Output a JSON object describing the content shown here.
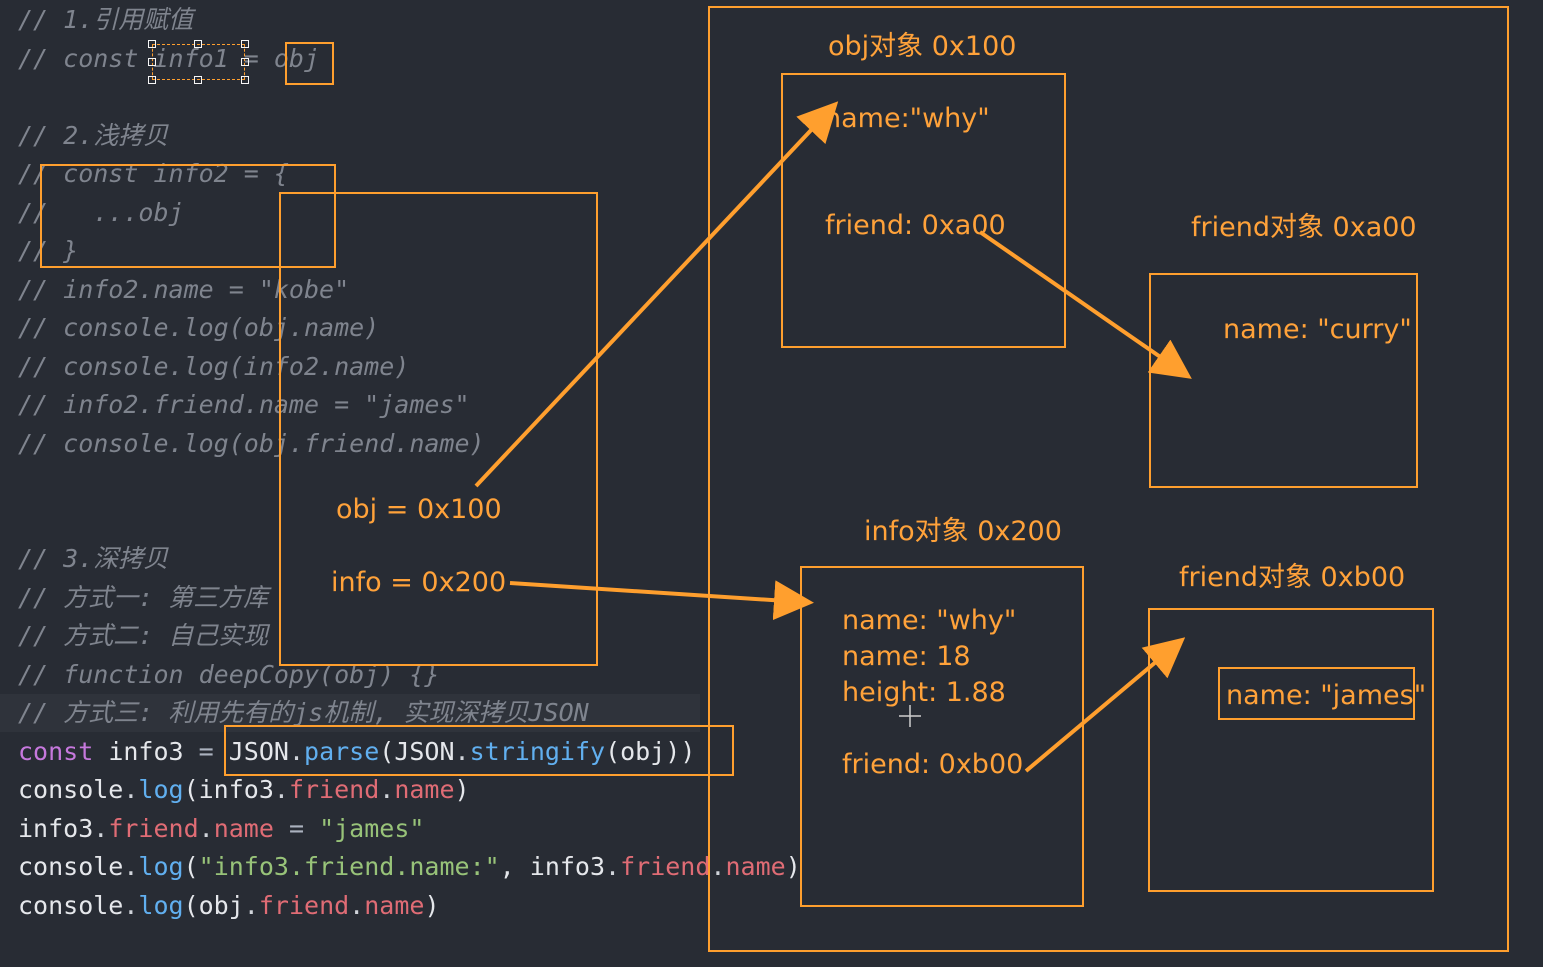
{
  "code": {
    "lines": [
      {
        "text": "// 1.引用赋值",
        "kind": "comment"
      },
      {
        "text": "// const info1 = obj",
        "kind": "comment"
      },
      {
        "text": "",
        "kind": "blank"
      },
      {
        "text": "// 2.浅拷贝",
        "kind": "comment"
      },
      {
        "text": "// const info2 = {",
        "kind": "comment"
      },
      {
        "text": "//   ...obj",
        "kind": "comment"
      },
      {
        "text": "// }",
        "kind": "comment"
      },
      {
        "text": "// info2.name = \"kobe\"",
        "kind": "comment"
      },
      {
        "text": "// console.log(obj.name)",
        "kind": "comment"
      },
      {
        "text": "// console.log(info2.name)",
        "kind": "comment"
      },
      {
        "text": "// info2.friend.name = \"james\"",
        "kind": "comment"
      },
      {
        "text": "// console.log(obj.friend.name)",
        "kind": "comment"
      },
      {
        "text": "",
        "kind": "blank"
      },
      {
        "text": "",
        "kind": "blank"
      },
      {
        "text": "// 3.深拷贝",
        "kind": "comment"
      },
      {
        "text": "// 方式一: 第三方库",
        "kind": "comment"
      },
      {
        "text": "// 方式二: 自己实现",
        "kind": "comment"
      },
      {
        "text": "// function deepCopy(obj) {}",
        "kind": "comment"
      },
      {
        "text": "// 方式三: 利用先有的js机制, 实现深拷贝JSON",
        "kind": "comment"
      },
      {
        "kind": "code",
        "tokens": [
          {
            "t": "const",
            "c": "kw"
          },
          {
            "t": " info3 ",
            "c": "id"
          },
          {
            "t": "=",
            "c": "op"
          },
          {
            "t": " JSON",
            "c": "id"
          },
          {
            "t": ".",
            "c": "pun"
          },
          {
            "t": "parse",
            "c": "fn"
          },
          {
            "t": "(JSON",
            "c": "id"
          },
          {
            "t": ".",
            "c": "pun"
          },
          {
            "t": "stringify",
            "c": "fn"
          },
          {
            "t": "(obj))",
            "c": "id"
          }
        ]
      },
      {
        "kind": "code",
        "tokens": [
          {
            "t": "console",
            "c": "id"
          },
          {
            "t": ".",
            "c": "pun"
          },
          {
            "t": "log",
            "c": "fn"
          },
          {
            "t": "(info3",
            "c": "id"
          },
          {
            "t": ".",
            "c": "pun"
          },
          {
            "t": "friend",
            "c": "prop"
          },
          {
            "t": ".",
            "c": "pun"
          },
          {
            "t": "name",
            "c": "prop"
          },
          {
            "t": ")",
            "c": "id"
          }
        ]
      },
      {
        "kind": "code",
        "tokens": [
          {
            "t": "info3",
            "c": "id"
          },
          {
            "t": ".",
            "c": "pun"
          },
          {
            "t": "friend",
            "c": "prop"
          },
          {
            "t": ".",
            "c": "pun"
          },
          {
            "t": "name",
            "c": "prop"
          },
          {
            "t": " = ",
            "c": "op"
          },
          {
            "t": "\"james\"",
            "c": "str"
          }
        ]
      },
      {
        "kind": "code",
        "tokens": [
          {
            "t": "console",
            "c": "id"
          },
          {
            "t": ".",
            "c": "pun"
          },
          {
            "t": "log",
            "c": "fn"
          },
          {
            "t": "(",
            "c": "id"
          },
          {
            "t": "\"info3.friend.name:\"",
            "c": "str"
          },
          {
            "t": ", info3",
            "c": "id"
          },
          {
            "t": ".",
            "c": "pun"
          },
          {
            "t": "friend",
            "c": "prop"
          },
          {
            "t": ".",
            "c": "pun"
          },
          {
            "t": "name",
            "c": "prop"
          },
          {
            "t": ")",
            "c": "id"
          }
        ]
      },
      {
        "kind": "code",
        "tokens": [
          {
            "t": "console",
            "c": "id"
          },
          {
            "t": ".",
            "c": "pun"
          },
          {
            "t": "log",
            "c": "fn"
          },
          {
            "t": "(obj",
            "c": "id"
          },
          {
            "t": ".",
            "c": "pun"
          },
          {
            "t": "friend",
            "c": "prop"
          },
          {
            "t": ".",
            "c": "pun"
          },
          {
            "t": "name",
            "c": "prop"
          },
          {
            "t": ")",
            "c": "id"
          }
        ]
      }
    ]
  },
  "diagram": {
    "stack": {
      "obj_ref": "obj = 0x100",
      "info_ref": "info = 0x200"
    },
    "obj_object": {
      "title": "obj对象 0x100",
      "name_prop": "name:\"why\"",
      "friend_prop": "friend: 0xa00"
    },
    "friend_a00": {
      "title": "friend对象 0xa00",
      "name_prop": "name: \"curry\""
    },
    "info_object": {
      "title": "info对象 0x200",
      "name_prop": "name: \"why\"",
      "age_prop": "name: 18",
      "height_prop": "height: 1.88",
      "friend_prop": "friend: 0xb00"
    },
    "friend_b00": {
      "title": "friend对象 0xb00",
      "name_prop": "name: \"james\""
    }
  },
  "colors": {
    "accent": "#ff9f2e",
    "background": "#282c34"
  }
}
